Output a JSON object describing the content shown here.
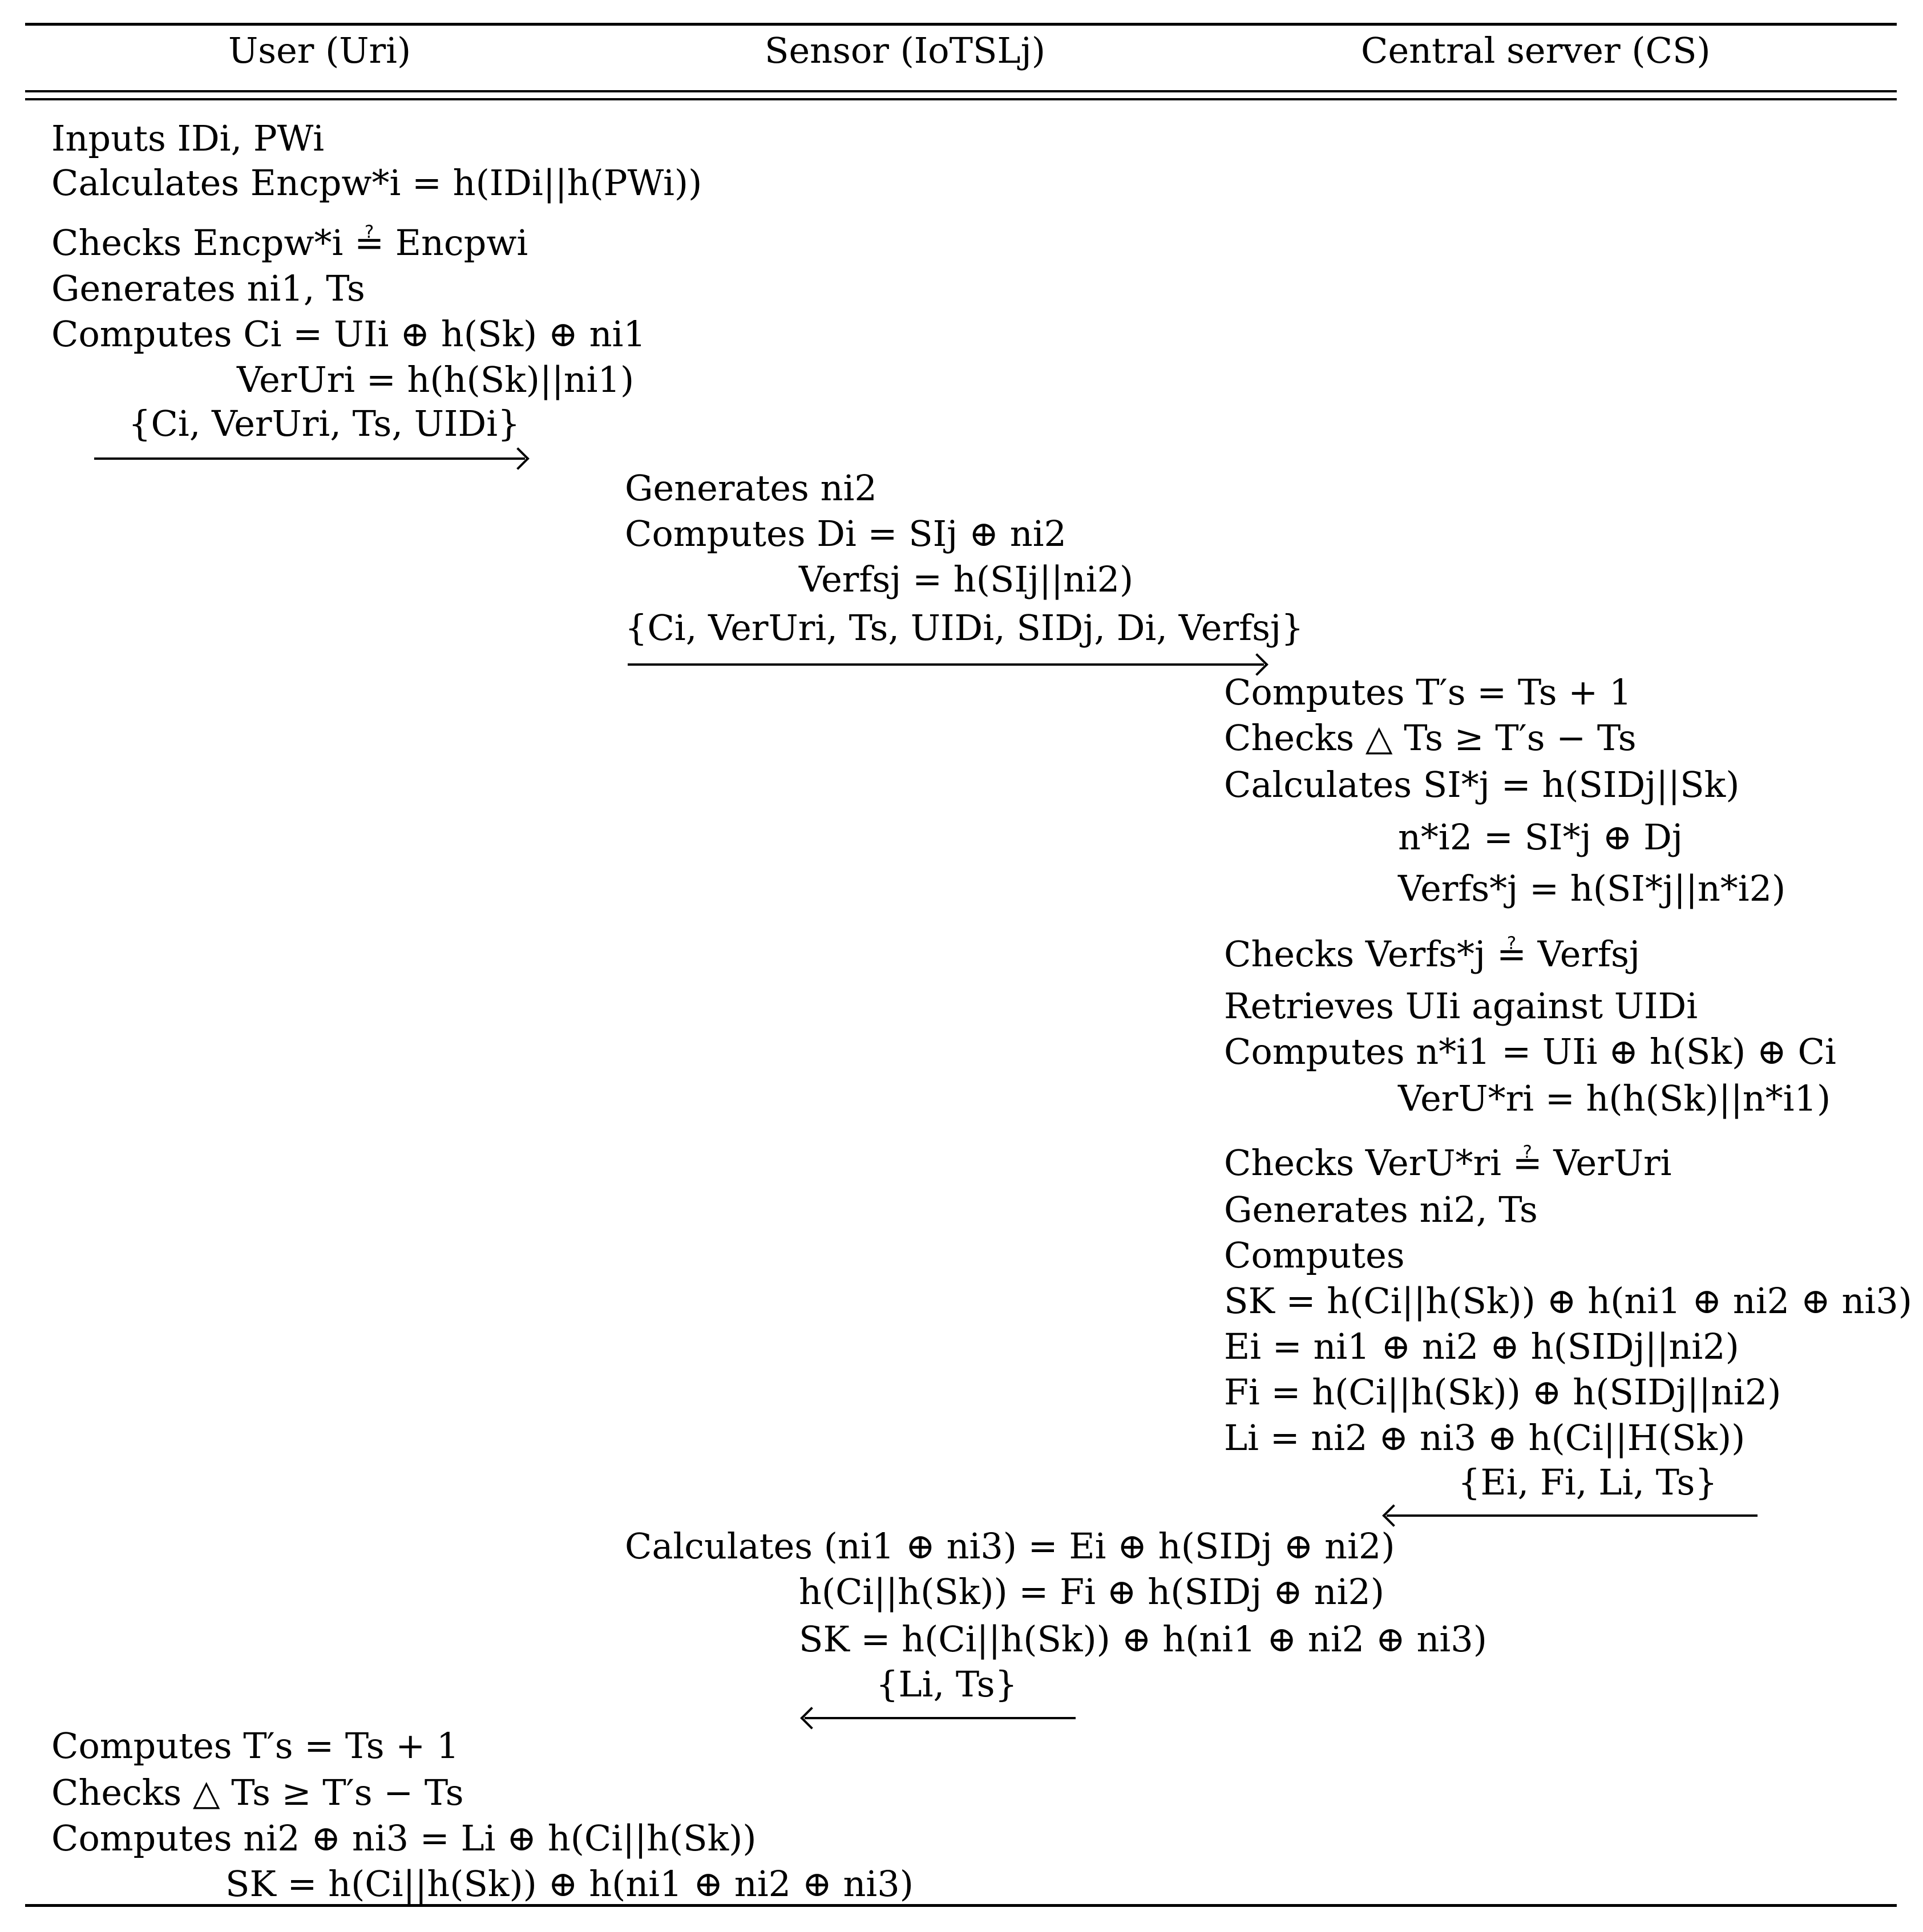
{
  "headers": {
    "user": "User (Uri)",
    "sensor": "Sensor (IoTSLj)",
    "server": "Central server (CS)"
  },
  "user_lines": [
    "Inputs IDi, PWi",
    "Calculates Encpw*i = h(IDi||h(PWi))",
    "Checks Encpw*i ≟ Encpwi",
    "Generates ni1, Ts",
    "Computes Ci = UIi ⊕ h(Sk) ⊕ ni1",
    "VerUri = h(h(Sk)||ni1)"
  ],
  "msg1": "{Ci, VerUri, Ts, UIDi}",
  "sensor_lines_1": [
    "Generates ni2",
    "Computes Di = SIj ⊕ ni2",
    "Verfsj = h(SIj||ni2)",
    "{Ci, VerUri, Ts, UIDi, SIDj, Di, Verfsj}"
  ],
  "server_lines": [
    "Computes T′s = Ts + 1",
    "Checks △ Ts ≥ T′s − Ts",
    "Calculates SI*j = h(SIDj||Sk)",
    "n*i2 = SI*j ⊕ Dj",
    "Verfs*j = h(SI*j||n*i2)",
    "Checks Verfs*j ≟ Verfsj",
    "Retrieves UIi against UIDi",
    "Computes n*i1 = UIi ⊕ h(Sk) ⊕ Ci",
    "VerU*ri = h(h(Sk)||n*i1)",
    "Checks VerU*ri ≟ VerUri",
    "Generates ni2, Ts",
    "Computes",
    "SK = h(Ci||h(Sk)) ⊕ h(ni1 ⊕ ni2 ⊕ ni3)",
    "Ei = ni1 ⊕ ni2 ⊕ h(SIDj||ni2)",
    "Fi = h(Ci||h(Sk)) ⊕ h(SIDj||ni2)",
    "Li = ni2 ⊕ ni3 ⊕ h(Ci||H(Sk))"
  ],
  "msg3": "{Ei, Fi, Li, Ts}",
  "sensor_lines_2": [
    "Calculates (ni1 ⊕ ni3) = Ei ⊕ h(SIDj ⊕ ni2)",
    "h(Ci||h(Sk)) = Fi ⊕ h(SIDj ⊕ ni2)",
    "SK = h(Ci||h(Sk)) ⊕ h(ni1 ⊕ ni2 ⊕ ni3)"
  ],
  "msg4": "{Li, Ts}",
  "user_lines_2": [
    "Computes T′s = Ts + 1",
    "Checks △ Ts ≥ T′s − Ts",
    "Computes ni2 ⊕ ni3 = Li ⊕ h(Ci||h(Sk))",
    "SK = h(Ci||h(Sk)) ⊕ h(ni1 ⊕ ni2 ⊕ ni3)"
  ]
}
